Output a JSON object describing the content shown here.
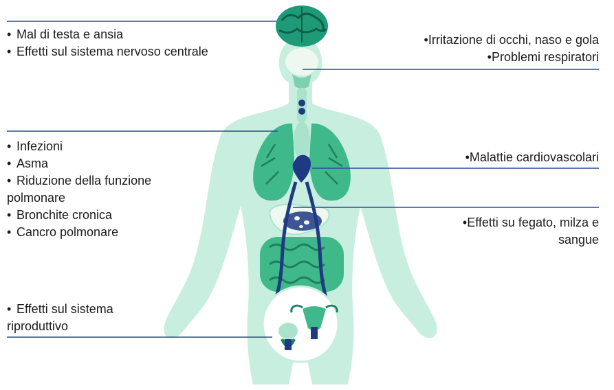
{
  "colors": {
    "body_silhouette": "#c8eee0",
    "organ_green": "#3fb88a",
    "organ_dark": "#1e7f5e",
    "organ_light": "#a9e3cc",
    "organ_pale": "#eef8f0",
    "vessel_navy": "#1f3a82",
    "connector_line": "#2a4a9a"
  },
  "groups": {
    "head": {
      "items": [
        "Mal di testa e ansia",
        "Effetti sul sistema nervoso centrale"
      ]
    },
    "eyes_nose_throat": {
      "items": [
        "Irritazione di occhi, naso e gola",
        "Problemi respiratori"
      ]
    },
    "lungs": {
      "items": [
        "Infezioni",
        "Asma",
        "Riduzione della funzione",
        "polmonare",
        "Bronchite cronica",
        "Cancro polmonare"
      ]
    },
    "heart": {
      "items": [
        "Malattie cardiovascolari"
      ]
    },
    "liver": {
      "items": [
        "Effetti su fegato, milza e",
        "sangue"
      ]
    },
    "reproductive": {
      "items": [
        "Effetti sul sistema",
        "riproduttivo"
      ]
    }
  },
  "icons": [
    "brain-icon",
    "thyroid-icon",
    "trachea-icon",
    "lungs-icon",
    "heart-icon",
    "liver-icon",
    "intestine-icon",
    "reproductive-organs-icon"
  ]
}
